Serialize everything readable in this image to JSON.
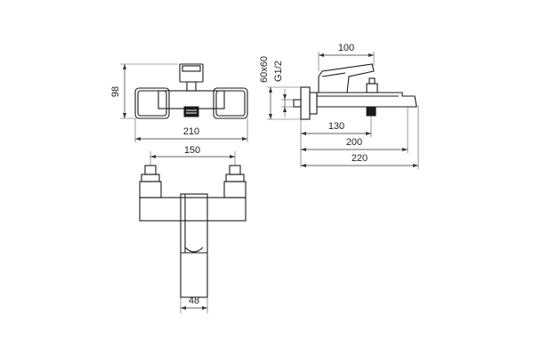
{
  "dimensions": {
    "front_height": "98",
    "front_width": "210",
    "side_width_top": "100",
    "side_label_60x60": "60x60",
    "side_label_thread": "G1/2",
    "side_130": "130",
    "side_200": "200",
    "side_220": "220",
    "bottom_150": "150",
    "bottom_48": "48"
  },
  "colors": {
    "line": "#1a1a1a",
    "background": "#ffffff"
  }
}
